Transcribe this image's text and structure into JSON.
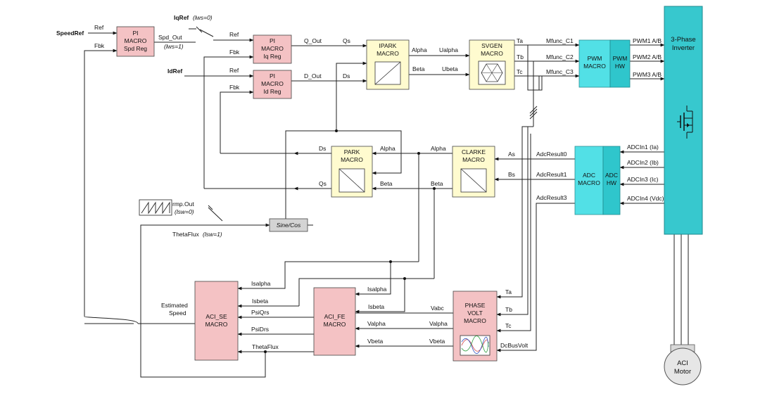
{
  "inputs": {
    "speed_ref": "SpeedRef",
    "iq_ref": "IqRef",
    "iq_ref_mode": "(lws=0)",
    "id_ref": "IdRef",
    "spd_out_mode": "(lws=1)",
    "rmp_out": "rmp.Out",
    "rmp_mode": "(lsw=0)",
    "theta_flux_label": "ThetaFlux",
    "theta_flux_mode": "(lsw=1)"
  },
  "blocks": {
    "pi_spd": {
      "l1": "PI",
      "l2": "MACRO",
      "l3": "Spd Reg"
    },
    "pi_iq": {
      "l1": "PI",
      "l2": "MACRO",
      "l3": "Iq Reg"
    },
    "pi_id": {
      "l1": "PI",
      "l2": "MACRO",
      "l3": "Id Reg"
    },
    "ipark": {
      "l1": "IPARK",
      "l2": "MACRO"
    },
    "svgen": {
      "l1": "SVGEN",
      "l2": "MACRO"
    },
    "pwm": {
      "l1": "PWM",
      "l2": "MACRO",
      "hw1": "PWM",
      "hw2": "HW"
    },
    "inverter": {
      "l1": "3-Phase",
      "l2": "Inverter"
    },
    "park": {
      "l1": "PARK",
      "l2": "MACRO"
    },
    "clarke": {
      "l1": "CLARKE",
      "l2": "MACRO"
    },
    "adc": {
      "l1": "ADC",
      "l2": "MACRO",
      "hw1": "ADC",
      "hw2": "HW"
    },
    "sincos": {
      "l1": "Sine/Cos"
    },
    "aci_se": {
      "l1": "ACI_SE",
      "l2": "MACRO"
    },
    "aci_fe": {
      "l1": "ACI_FE",
      "l2": "MACRO"
    },
    "phase_volt": {
      "l1": "PHASE",
      "l2": "VOLT",
      "l3": "MACRO"
    },
    "motor": {
      "l1": "ACI",
      "l2": "Motor"
    }
  },
  "signals": {
    "ref": "Ref",
    "fbk": "Fbk",
    "spd_out": "Spd_Out",
    "q_out": "Q_Out",
    "d_out": "D_Out",
    "qs": "Qs",
    "ds": "Ds",
    "alpha": "Alpha",
    "beta": "Beta",
    "ualpha": "Ualpha",
    "ubeta": "Ubeta",
    "ta": "Ta",
    "tb": "Tb",
    "tc": "Tc",
    "mfunc_c1": "Mfunc_C1",
    "mfunc_c2": "Mfunc_C2",
    "mfunc_c3": "Mfunc_C3",
    "pwm1": "PWM1 A/B",
    "pwm2": "PWM2 A/B",
    "pwm3": "PWM3 A/B",
    "as": "As",
    "bs": "Bs",
    "adc_result0": "AdcResult0",
    "adc_result1": "AdcResult1",
    "adc_result3": "AdcResult3",
    "adcin1": "ADCIn1 (Ia)",
    "adcin2": "ADCIn2 (Ib)",
    "adcin3": "ADCIn3 (Ic)",
    "adcin4": "ADCIn4 (Vdc)",
    "isalpha": "Isalpha",
    "isbeta": "Isbeta",
    "psiqrs": "PsiQrs",
    "psidrs": "PsiDrs",
    "theta_flux": "ThetaFlux",
    "vabc": "Vabc",
    "valpha": "Valpha",
    "vbeta": "Vbeta",
    "dcbusvolt": "DcBusVolt",
    "est_speed_1": "Estimated",
    "est_speed_2": "Speed"
  },
  "colors": {
    "pink": "#f4c2c4",
    "yellow": "#fffbcf",
    "cyan": "#52e0e6",
    "teal": "#37c8ce",
    "gray": "#d4d4d4"
  }
}
